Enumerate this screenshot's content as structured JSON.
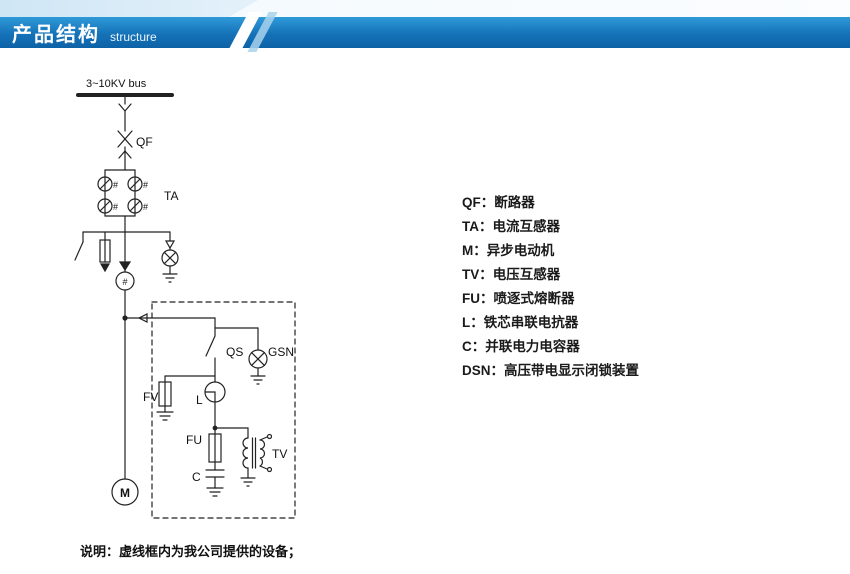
{
  "header": {
    "title": "产品结构",
    "subtitle": "structure"
  },
  "colors": {
    "banner_blue_light": "#2f9ad8",
    "banner_blue_dark": "#0d62a6",
    "line_color": "#222222"
  },
  "diagram": {
    "bus_label": "3~10KV bus",
    "hash_mark": "#",
    "labels": {
      "qf": "QF",
      "ta": "TA",
      "qs": "QS",
      "gsn": "GSN",
      "fv": "FV",
      "l": "L",
      "fu": "FU",
      "c": "C",
      "tv": "TV",
      "m": "M"
    }
  },
  "legend": {
    "items": [
      {
        "text": "QF：断路器"
      },
      {
        "text": "TA：电流互感器"
      },
      {
        "text": "M：异步电动机"
      },
      {
        "text": "TV：电压互感器"
      },
      {
        "text": "FU：喷逐式熔断器"
      },
      {
        "text": "L：铁芯串联电抗器"
      },
      {
        "text": "C：并联电力电容器"
      },
      {
        "text": "DSN：高压带电显示闭锁装置"
      }
    ]
  },
  "note": "说明：虚线框内为我公司提供的设备；"
}
